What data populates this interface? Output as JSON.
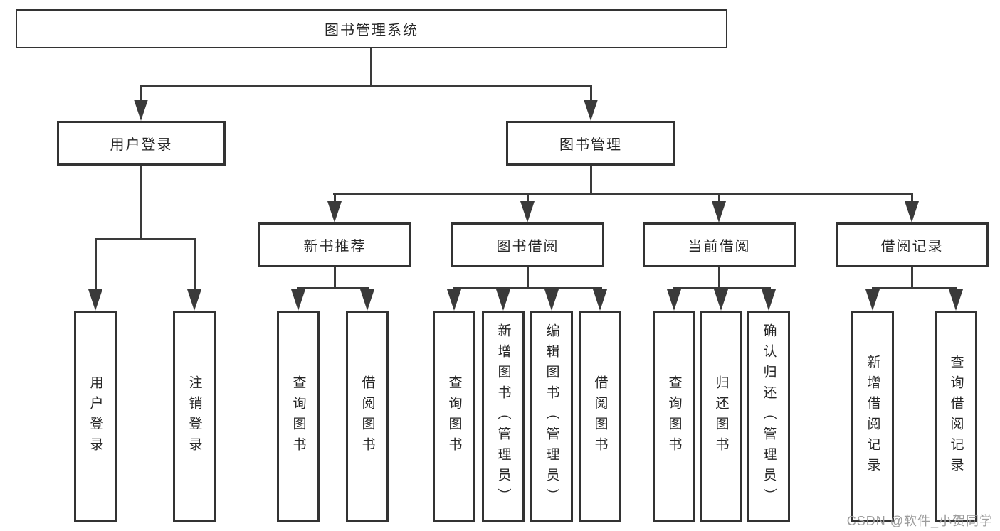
{
  "diagram": {
    "root": "图书管理系统",
    "branches": {
      "user_login": "用户登录",
      "book_management": "图书管理"
    },
    "modules": {
      "new_book_recommendation": "新书推荐",
      "book_borrowing": "图书借阅",
      "current_borrowing": "当前借阅",
      "borrowing_records": "借阅记录"
    },
    "functions": {
      "login_user_login": "用户登录",
      "login_logout": "注销登录",
      "recommend_query_books": "查询图书",
      "recommend_borrow_books": "借阅图书",
      "borrowing_query_books": "查询图书",
      "borrowing_add_books_admin": "新增图书（管理员）",
      "borrowing_edit_books_admin": "编辑图书（管理员）",
      "borrowing_borrow_books": "借阅图书",
      "current_query_books": "查询图书",
      "current_return_books": "归还图书",
      "current_confirm_return_admin": "确认归还（管理员）",
      "records_add_record": "新增借阅记录",
      "records_query_record": "查询借阅记录"
    }
  },
  "watermark": "CSDN @软件_小贺同学",
  "colors": {
    "background": "#ffffff",
    "box_border": "#333333",
    "line": "#3a3a3a",
    "text": "#262626",
    "watermark": "#9c9c9c"
  }
}
